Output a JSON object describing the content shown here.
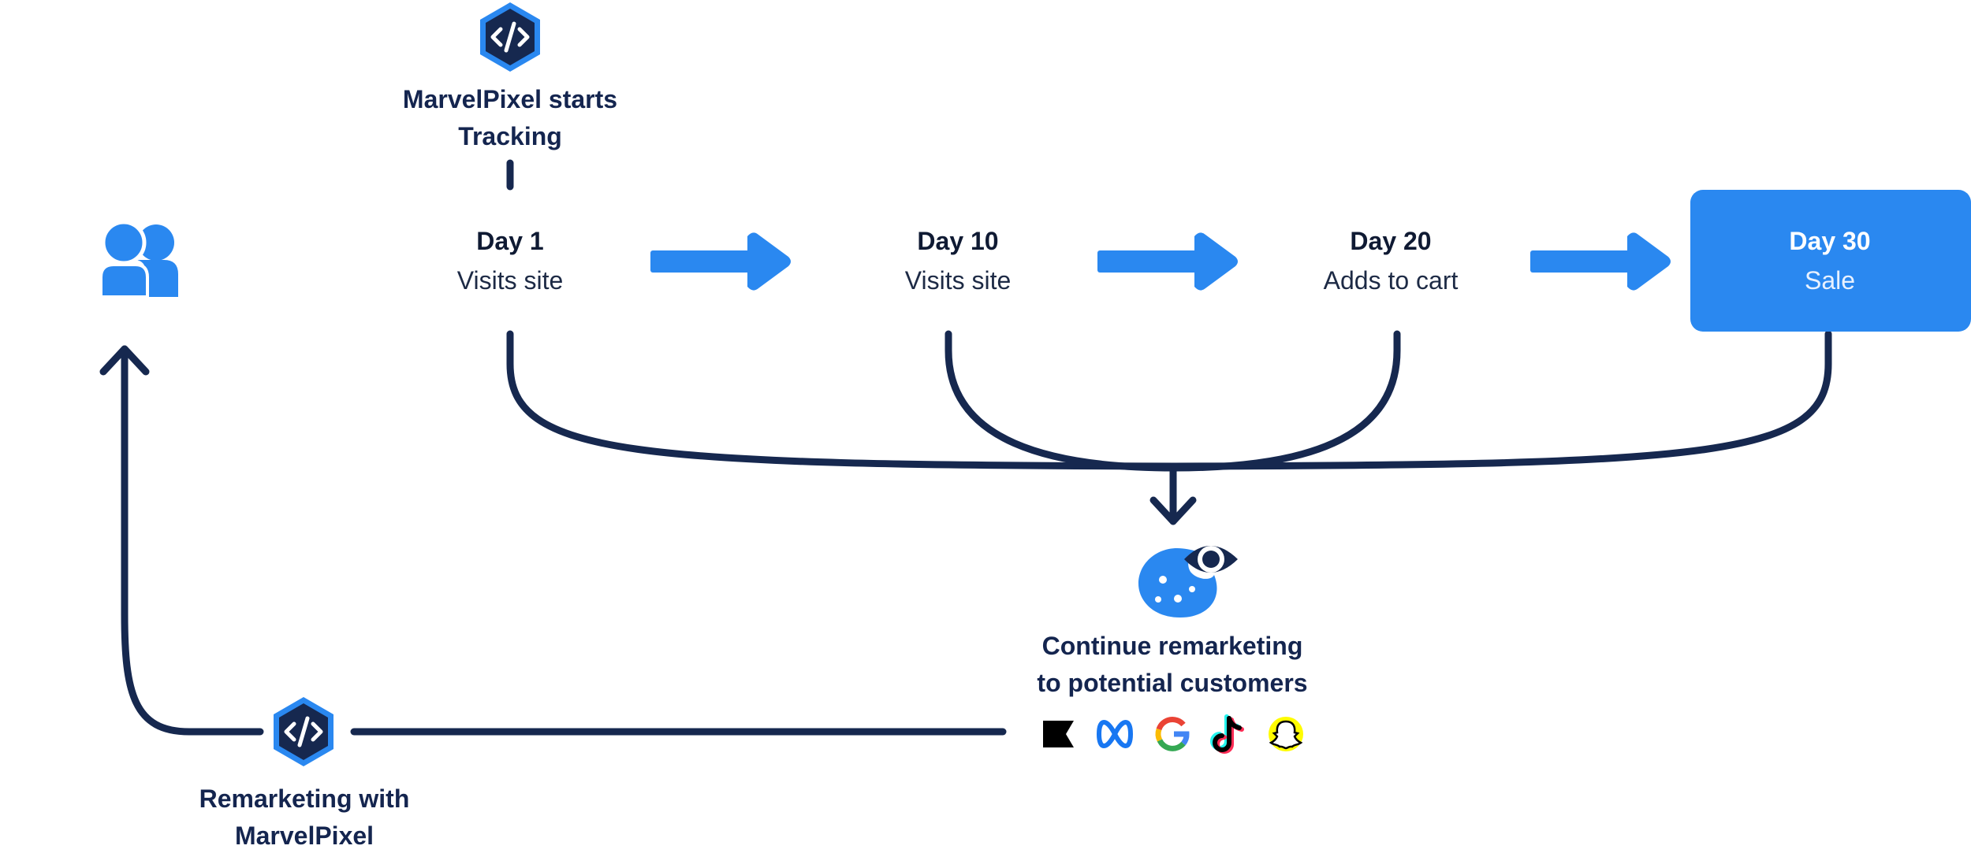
{
  "colors": {
    "navy": "#16284f",
    "blue": "#2a88f0",
    "white": "#ffffff"
  },
  "tracking": {
    "label_line1": "MarvelPixel starts",
    "label_line2": "Tracking",
    "icon": "code-icon"
  },
  "steps": [
    {
      "day": "Day 1",
      "action": "Visits site"
    },
    {
      "day": "Day 10",
      "action": "Visits site"
    },
    {
      "day": "Day 20",
      "action": "Adds to cart"
    },
    {
      "day": "Day 30",
      "action": "Sale"
    }
  ],
  "users_icon": "users-icon",
  "remarketing": {
    "label_line1": "Continue remarketing",
    "label_line2": "to potential customers",
    "icon": "cookie-eye-icon"
  },
  "platforms": [
    "kwai-icon",
    "meta-icon",
    "google-icon",
    "tiktok-icon",
    "snapchat-icon"
  ],
  "remarketing_pixel": {
    "label_line1": "Remarketing with",
    "label_line2": "MarvelPixel",
    "icon": "code-icon"
  }
}
